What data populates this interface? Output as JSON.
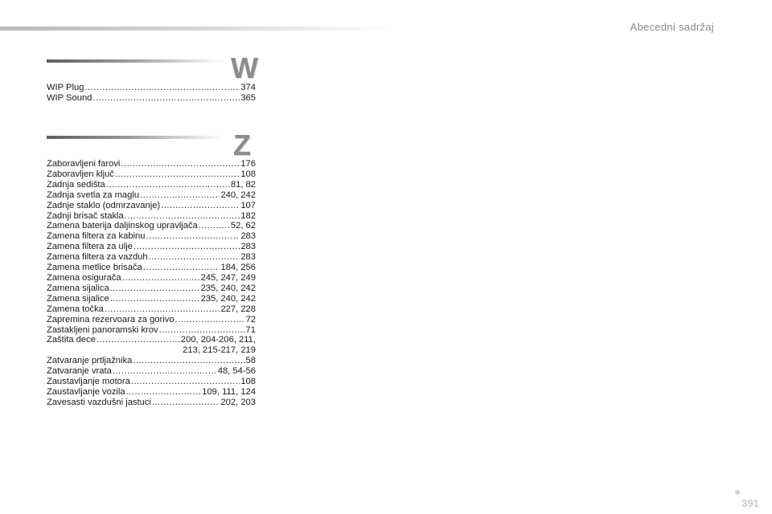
{
  "header": {
    "title": "Abecedni sadržaj"
  },
  "sections": [
    {
      "letter": "W",
      "entries": [
        {
          "label": "WIP Plug",
          "pages": "374"
        },
        {
          "label": "WIP Sound",
          "pages": "365"
        }
      ]
    },
    {
      "letter": "Z",
      "entries": [
        {
          "label": "Zaboravljeni farovi",
          "pages": "176"
        },
        {
          "label": "Zaboravljen ključ",
          "pages": "108"
        },
        {
          "label": "Zadnja sedišta",
          "pages": "81, 82"
        },
        {
          "label": "Zadnja svetla za maglu",
          "pages": "240, 242"
        },
        {
          "label": "Zadnje staklo (odmrzavanje)",
          "pages": "107"
        },
        {
          "label": "Zadnji brisač stakla",
          "pages": "182"
        },
        {
          "label": "Zamena baterija daljinskog upravljača",
          "pages": "52, 62"
        },
        {
          "label": "Zamena filtera za kabinu",
          "pages": "283"
        },
        {
          "label": "Zamena filtera za ulje",
          "pages": "283"
        },
        {
          "label": "Zamena filtera za vazduh",
          "pages": "283"
        },
        {
          "label": "Zamena metlice brisača",
          "pages": "184, 256"
        },
        {
          "label": "Zamena osigurača",
          "pages": "245, 247, 249"
        },
        {
          "label": "Zamena sijalica",
          "pages": "235, 240, 242"
        },
        {
          "label": "Zamena sijalice",
          "pages": "235, 240, 242"
        },
        {
          "label": "Zamena točka",
          "pages": "227, 228"
        },
        {
          "label": "Zapremina rezervoara za gorivo",
          "pages": "72"
        },
        {
          "label": "Zastakljeni panoramski krov",
          "pages": "71"
        },
        {
          "label": "Zaštita dece",
          "pages": "200, 204-206, 211,",
          "continuation": "213, 215-217, 219"
        },
        {
          "label": "Zatvaranje prtljažnika",
          "pages": "58"
        },
        {
          "label": "Zatvaranje vrata",
          "pages": "48, 54-56"
        },
        {
          "label": "Zaustavljanje motora",
          "pages": "108"
        },
        {
          "label": "Zaustavljanje vozila",
          "pages": "109, 111, 124"
        },
        {
          "label": "Zavesasti vazdušni jastuci",
          "pages": "202, 203"
        }
      ]
    }
  ],
  "footer": {
    "page_number": "391"
  }
}
